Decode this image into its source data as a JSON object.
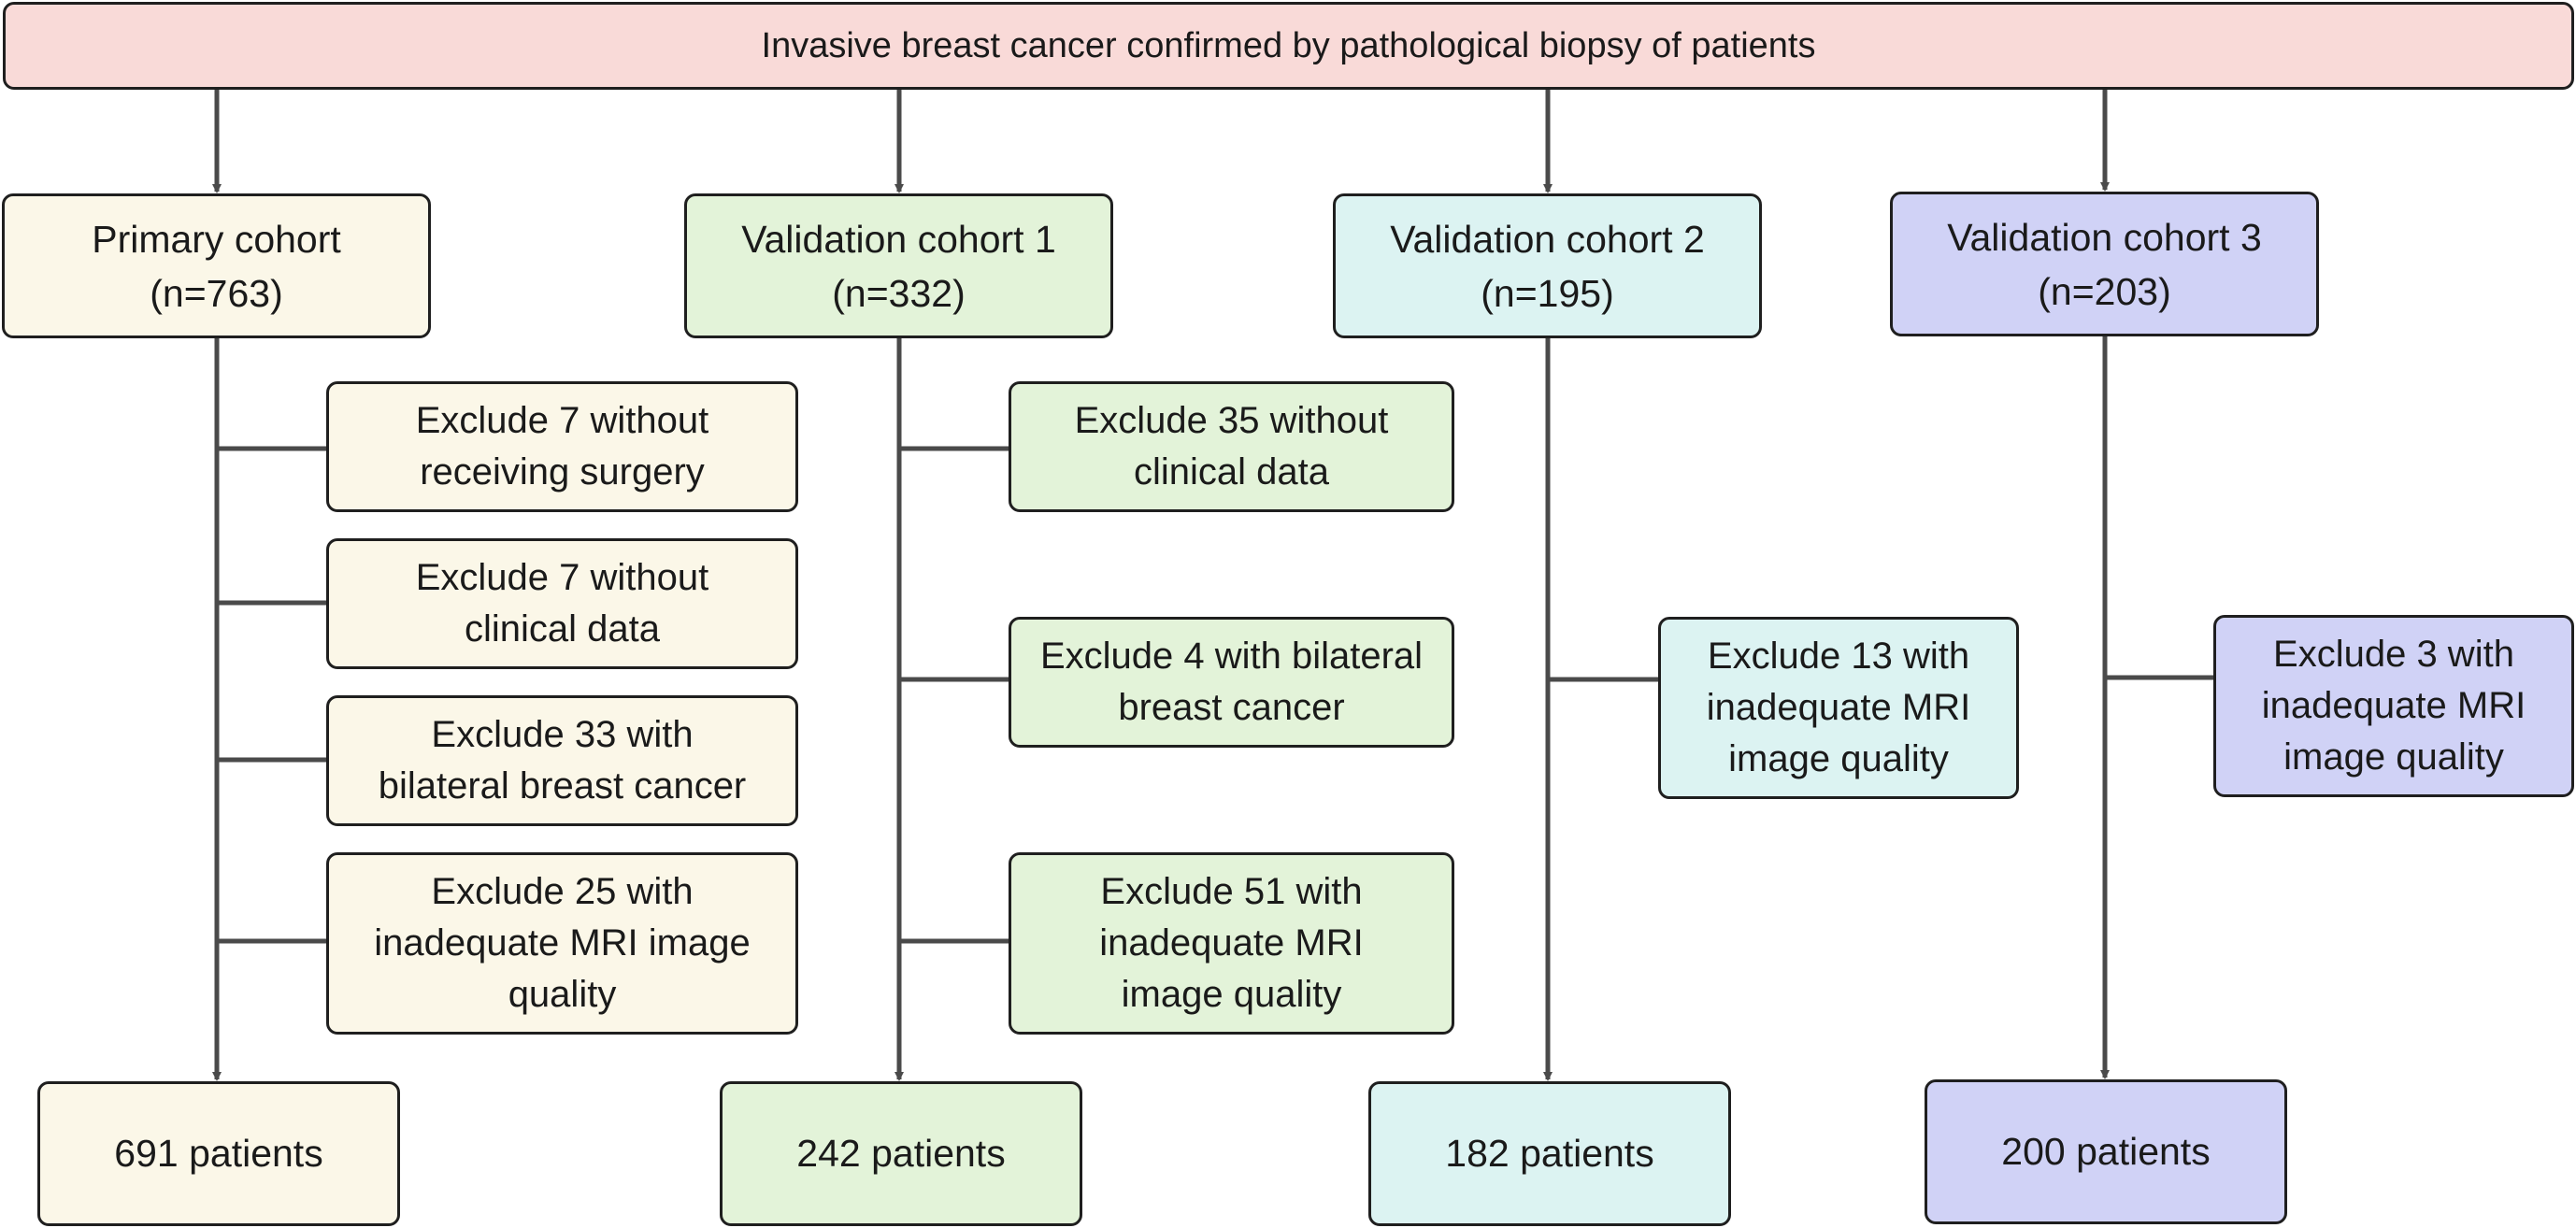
{
  "header": {
    "title": "Invasive breast cancer confirmed by pathological biopsy of patients"
  },
  "colors": {
    "header": "#f9dad8",
    "cohort_1": "#fbf7e8",
    "cohort_2": "#e3f3d9",
    "cohort_3": "#dcf3f2",
    "cohort_4": "#d0d2f6",
    "lines": "#4a4a4a"
  },
  "cohorts": [
    {
      "name": "Primary cohort",
      "n": "(n=763)",
      "exclusions": [
        {
          "lines": [
            "Exclude 7 without",
            "receiving surgery"
          ]
        },
        {
          "lines": [
            "Exclude 7 without",
            "clinical data"
          ]
        },
        {
          "lines": [
            "Exclude 33 with",
            "bilateral breast cancer"
          ]
        },
        {
          "lines": [
            "Exclude 25 with",
            "inadequate MRI image",
            "quality"
          ]
        }
      ],
      "result": "691 patients"
    },
    {
      "name": "Validation cohort 1",
      "n": "(n=332)",
      "exclusions": [
        {
          "lines": [
            "Exclude 35 without",
            "clinical data"
          ]
        },
        {
          "lines": [
            "Exclude 4 with bilateral",
            "breast cancer"
          ]
        },
        {
          "lines": [
            "Exclude 51 with",
            "inadequate MRI",
            "image quality"
          ]
        }
      ],
      "result": "242 patients"
    },
    {
      "name": "Validation cohort 2",
      "n": "(n=195)",
      "exclusions": [
        {
          "lines": [
            "Exclude 13 with",
            "inadequate MRI",
            "image quality"
          ]
        }
      ],
      "result": "182 patients"
    },
    {
      "name": "Validation cohort 3",
      "n": "(n=203)",
      "exclusions": [
        {
          "lines": [
            "Exclude 3 with",
            "inadequate MRI",
            "image quality"
          ]
        }
      ],
      "result": "200 patients"
    }
  ]
}
